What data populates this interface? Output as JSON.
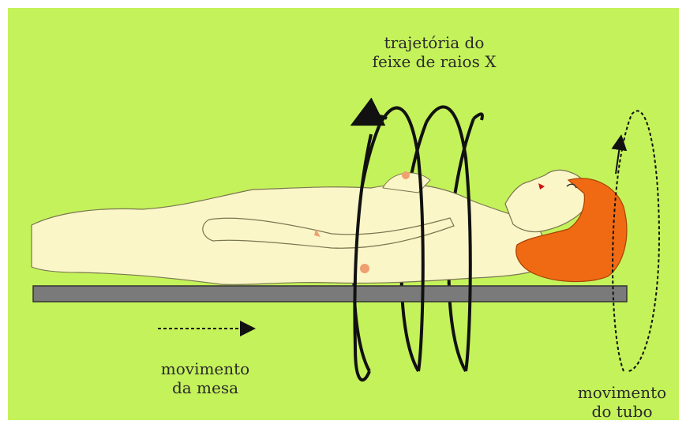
{
  "labels": {
    "beam_line1": "trajetória do",
    "beam_line2": "feixe de raios X",
    "table_line1": "movimento",
    "table_line2": "da mesa",
    "tube_line1": "movimento",
    "tube_line2": "do tubo"
  },
  "colors": {
    "background": "#c4f25a",
    "skin": "#fbf6c8",
    "hair": "#f06a14",
    "table": "#7a7a7a",
    "spiral": "#111111"
  }
}
